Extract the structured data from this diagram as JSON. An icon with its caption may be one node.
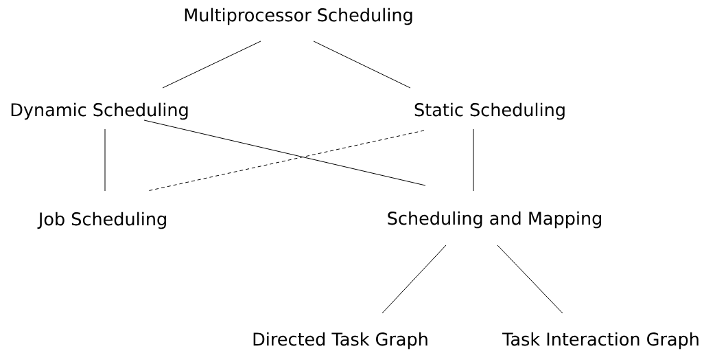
{
  "diagram": {
    "nodes": [
      {
        "text": [
          "Multiprocessor Scheduling"
        ]
      },
      {
        "text": [
          "Dynamic Scheduling"
        ]
      },
      {
        "text": [
          "Static Scheduling"
        ]
      },
      {
        "text": [
          "Job Scheduling"
        ]
      },
      {
        "text": [
          "Scheduling and Mapping"
        ]
      },
      {
        "text": [
          "Directed Task Graph"
        ]
      },
      {
        "text": [
          "Task Interaction Graph"
        ]
      }
    ],
    "edges": [
      {
        "from": 0,
        "to": 1,
        "arrow": "none"
      },
      {
        "from": 0,
        "to": 2,
        "arrow": "none"
      },
      {
        "from": 1,
        "to": 3,
        "arrow": "none"
      },
      {
        "from": 1,
        "to": 4,
        "arrow": "none"
      },
      {
        "from": 2,
        "to": 3,
        "arrow": "none",
        "style": "dashed"
      },
      {
        "from": 2,
        "to": 4,
        "arrow": "none"
      },
      {
        "from": 4,
        "to": 5,
        "arrow": "none"
      },
      {
        "from": 4,
        "to": 6,
        "arrow": "none"
      }
    ]
  }
}
